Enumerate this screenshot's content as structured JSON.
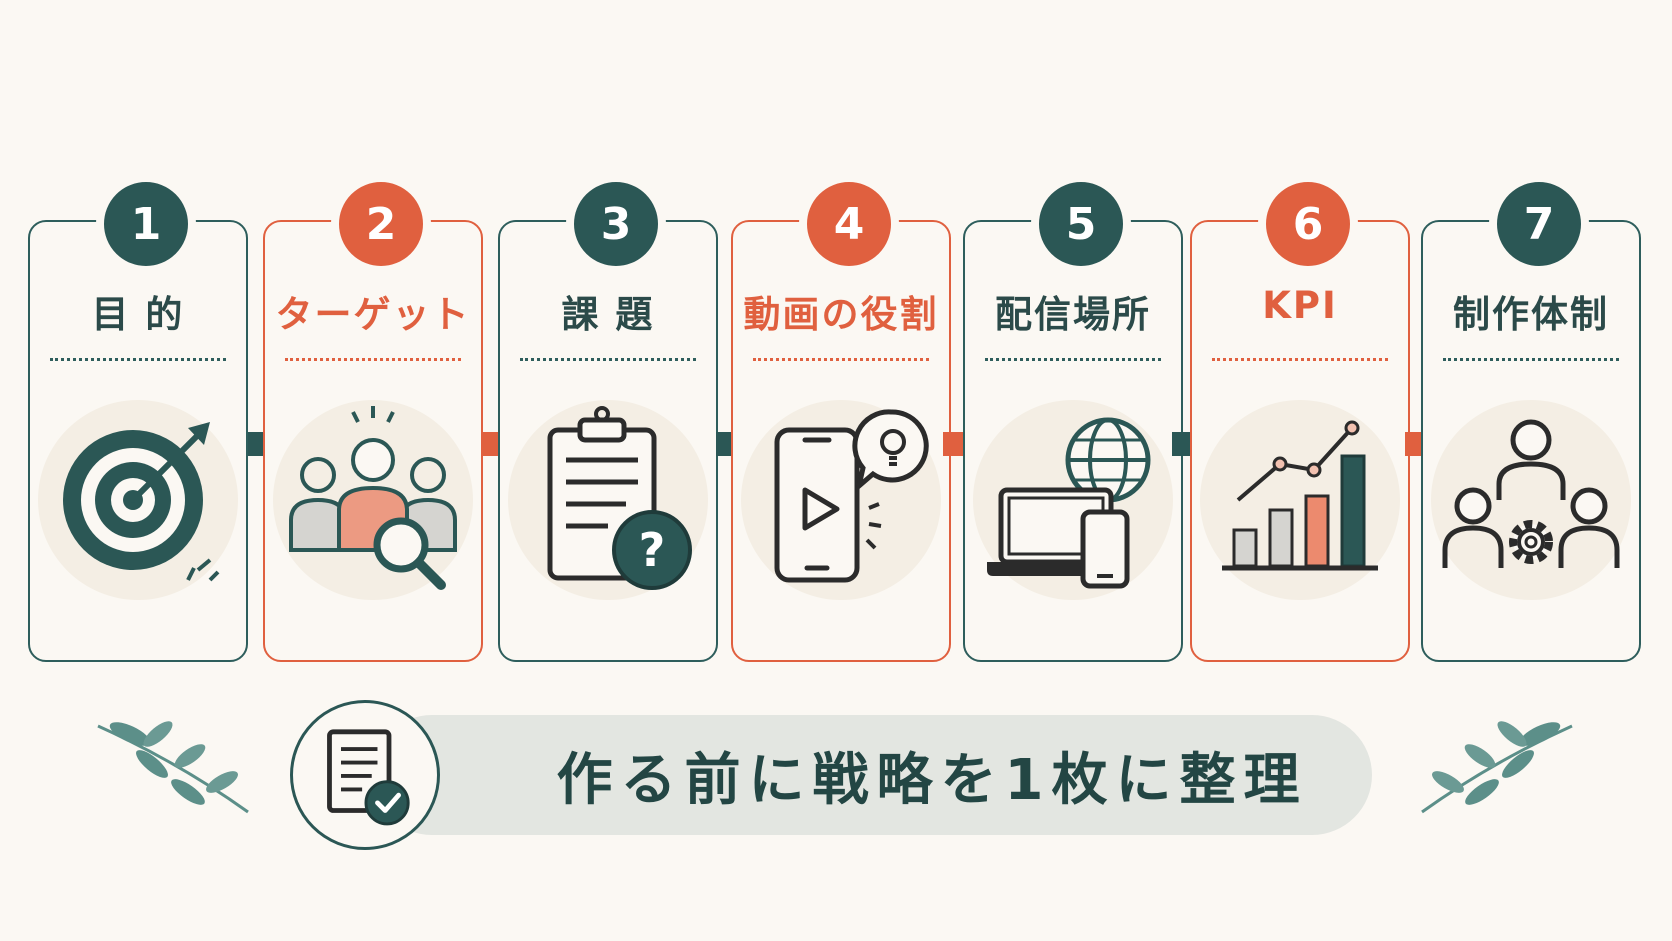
{
  "steps": [
    {
      "number": "1",
      "title": "目 的",
      "accent": "teal",
      "icon": "target-icon"
    },
    {
      "number": "2",
      "title": "ターゲット",
      "accent": "orange",
      "icon": "audience-search-icon"
    },
    {
      "number": "3",
      "title": "課 題",
      "accent": "teal",
      "icon": "clipboard-question-icon"
    },
    {
      "number": "4",
      "title": "動画の役割",
      "accent": "orange",
      "icon": "smartphone-video-idea-icon"
    },
    {
      "number": "5",
      "title": "配信場所",
      "accent": "teal",
      "icon": "devices-globe-icon"
    },
    {
      "number": "6",
      "title": "KPI",
      "accent": "orange",
      "icon": "bar-chart-growth-icon"
    },
    {
      "number": "7",
      "title": "制作体制",
      "accent": "teal",
      "icon": "team-gear-icon"
    }
  ],
  "banner": {
    "text": "作る前に戦略を1枚に整理",
    "icon": "document-check-icon"
  },
  "colors": {
    "teal": "#2b5755",
    "orange": "#e0603f",
    "background": "#fbf8f3",
    "banner_bg": "#e3e6e1"
  }
}
